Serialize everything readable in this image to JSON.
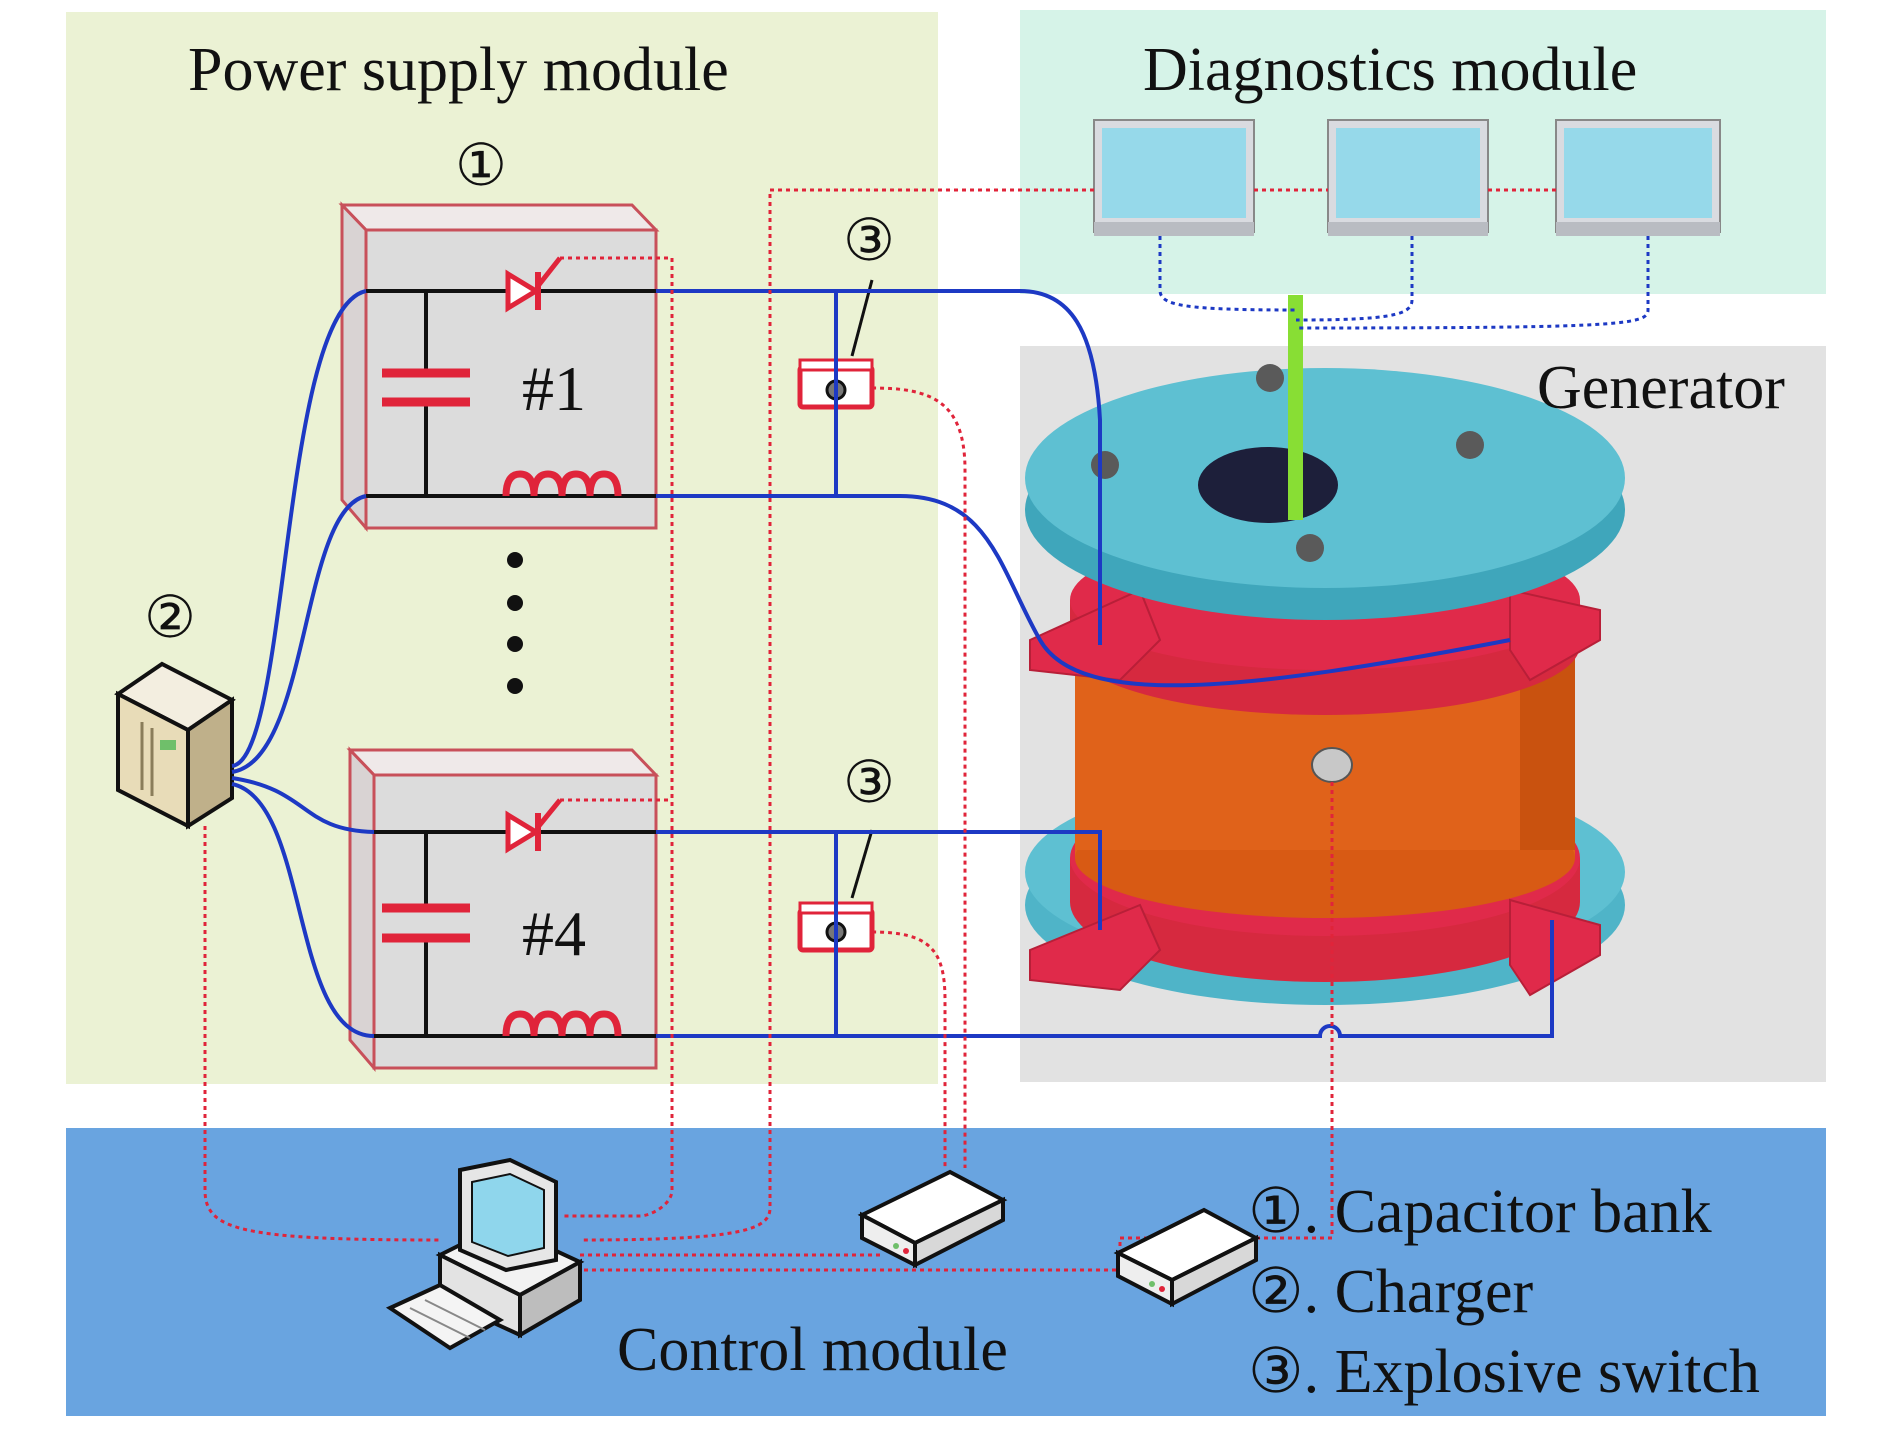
{
  "modules": {
    "power_supply": "Power supply module",
    "diagnostics": "Diagnostics module",
    "generator": "Generator",
    "control": "Control module"
  },
  "markers": {
    "capacitor_bank": "①",
    "charger": "②",
    "explosive_switch": "③"
  },
  "banks": {
    "bank1": "#1",
    "bank4": "#4"
  },
  "legend": {
    "item1": "①. Capacitor bank",
    "item2": "②. Charger",
    "item3": "③. Explosive switch"
  },
  "colors": {
    "power_bg": "#ebf2d4",
    "diag_bg": "#d6f3e8",
    "gen_bg": "#e2e2e2",
    "control_bg": "#69a4e0",
    "cable_blue": "#1d39c4",
    "signal_red": "#e0243a",
    "green_probe": "#88de34",
    "coil_orange": "#e0621a",
    "flange_teal": "#4fb4c8",
    "clamp_red": "#e02a4a"
  }
}
